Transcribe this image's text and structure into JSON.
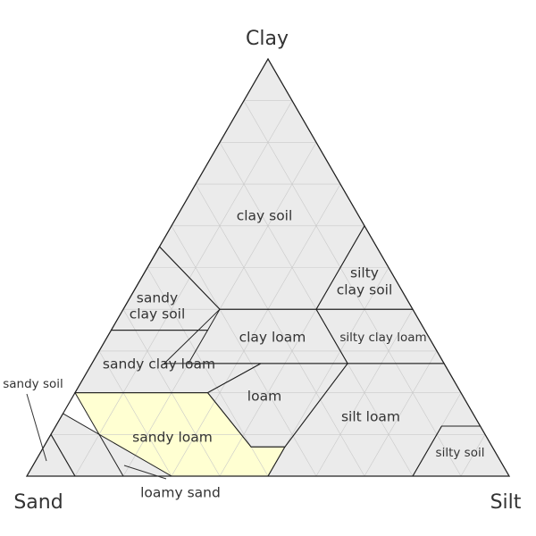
{
  "corners": {
    "top": "Clay",
    "left": "Sand",
    "right": "Silt"
  },
  "colors": {
    "region_fill": "#ebebeb",
    "highlight_fill": "#ffffd2",
    "border": "#222222",
    "grid": "#c9c9c9",
    "text": "#333333"
  },
  "highlighted_region": "sandy loam",
  "regions": [
    {
      "id": "clay-soil",
      "lines": [
        "clay soil"
      ]
    },
    {
      "id": "silty-clay-soil",
      "lines": [
        "silty",
        "clay soil"
      ]
    },
    {
      "id": "sandy-clay-soil",
      "lines": [
        "sandy",
        "clay soil"
      ]
    },
    {
      "id": "clay-loam",
      "lines": [
        "clay loam"
      ]
    },
    {
      "id": "silty-clay-loam",
      "lines": [
        "silty clay loam"
      ]
    },
    {
      "id": "sandy-clay-loam",
      "lines": [
        "sandy clay loam"
      ]
    },
    {
      "id": "loam",
      "lines": [
        "loam"
      ]
    },
    {
      "id": "silt-loam",
      "lines": [
        "silt loam"
      ]
    },
    {
      "id": "sandy-loam",
      "lines": [
        "sandy loam"
      ]
    },
    {
      "id": "silty-soil",
      "lines": [
        "silty soil"
      ]
    },
    {
      "id": "sandy-soil",
      "lines": [
        "sandy soil"
      ]
    },
    {
      "id": "loamy-sand",
      "lines": [
        "loamy sand"
      ]
    }
  ]
}
